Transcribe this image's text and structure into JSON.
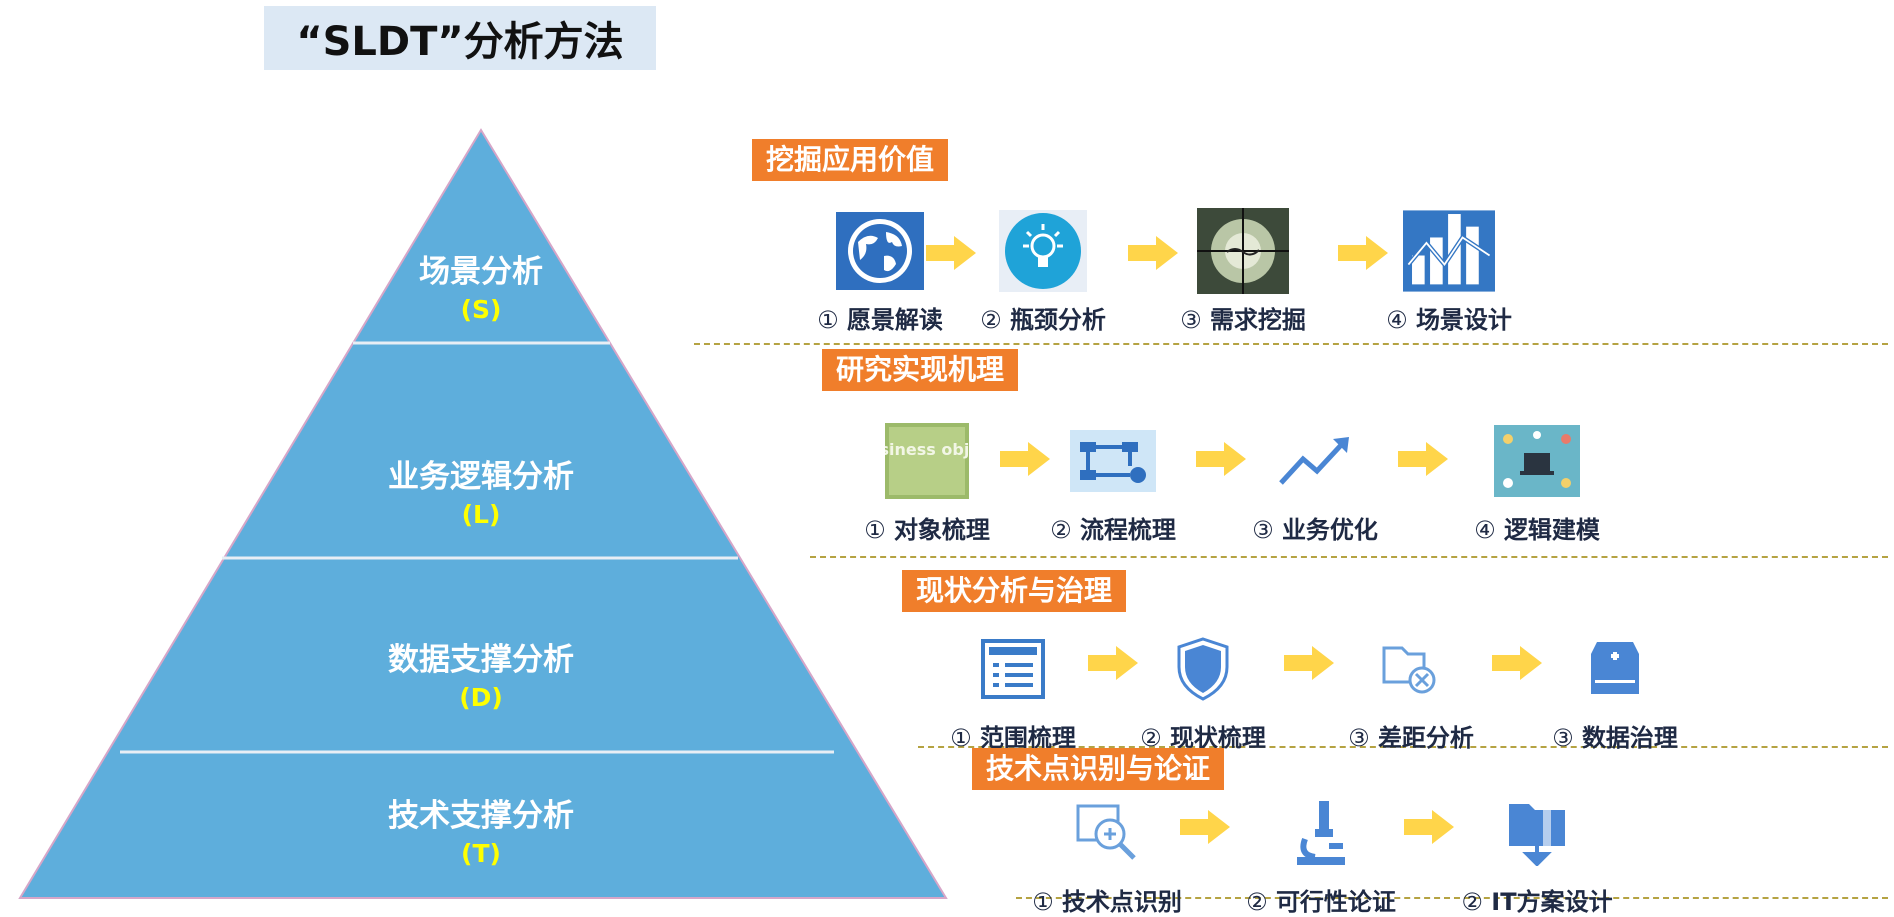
{
  "title": "“SLDT”分析方法",
  "pyramid": {
    "levels": [
      {
        "name": "场景分析",
        "code": "(S)"
      },
      {
        "name": "业务逻辑分析",
        "code": "(L)"
      },
      {
        "name": "数据支撑分析",
        "code": "(D)"
      },
      {
        "name": "技术支撑分析",
        "code": "(T)"
      }
    ]
  },
  "colors": {
    "pyramid": "#5eaedc",
    "section_title": "#f07e2b",
    "arrow": "#ffd54a",
    "icon": "#3a7bc8",
    "code_text": "#ffff00"
  },
  "sections": [
    {
      "title": "挖掘应用价值",
      "steps": [
        {
          "num": "①",
          "label": "愿景解读",
          "icon": "globe-icon"
        },
        {
          "num": "②",
          "label": "瓶颈分析",
          "icon": "lightbulb-icon"
        },
        {
          "num": "③",
          "label": "需求挖掘",
          "icon": "target-icon"
        },
        {
          "num": "④",
          "label": "场景设计",
          "icon": "bar-chart-icon"
        }
      ]
    },
    {
      "title": "研究实现机理",
      "steps": [
        {
          "num": "①",
          "label": "对象梳理",
          "icon": "business-object-icon",
          "icon_text": "business object"
        },
        {
          "num": "②",
          "label": "流程梳理",
          "icon": "flow-icon"
        },
        {
          "num": "③",
          "label": "业务优化",
          "icon": "trend-up-icon"
        },
        {
          "num": "④",
          "label": "逻辑建模",
          "icon": "model-icon"
        }
      ]
    },
    {
      "title": "现状分析与治理",
      "steps": [
        {
          "num": "①",
          "label": "范围梳理",
          "icon": "list-icon"
        },
        {
          "num": "②",
          "label": "现状梳理",
          "icon": "shield-icon"
        },
        {
          "num": "③",
          "label": "差距分析",
          "icon": "folder-x-icon"
        },
        {
          "num": "③",
          "label": "数据治理",
          "icon": "drive-plus-icon"
        }
      ]
    },
    {
      "title": "技术点识别与论证",
      "steps": [
        {
          "num": "①",
          "label": "技术点识别",
          "icon": "magnify-icon"
        },
        {
          "num": "②",
          "label": "可行性论证",
          "icon": "microscope-icon"
        },
        {
          "num": "②",
          "label": "IT方案设计",
          "icon": "zip-folder-icon"
        }
      ]
    }
  ]
}
